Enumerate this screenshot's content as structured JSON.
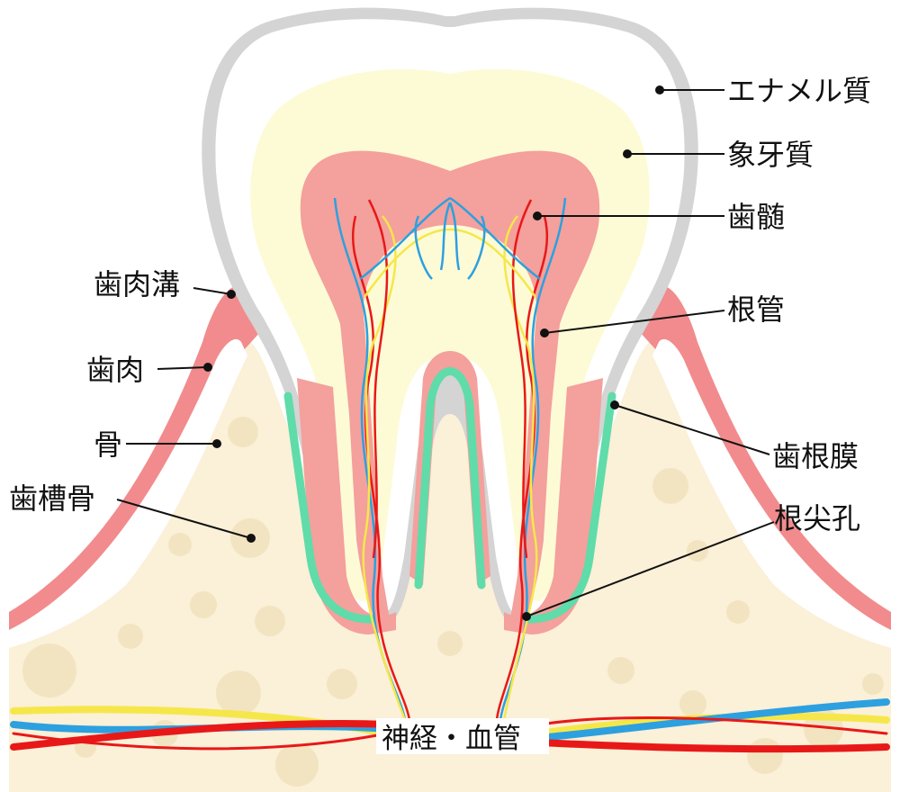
{
  "labels": {
    "enamel": "エナメル質",
    "dentin": "象牙質",
    "pulp": "歯髄",
    "root_canal": "根管",
    "periodontal_ligament": "歯根膜",
    "apical_foramen": "根尖孔",
    "gingival_sulcus": "歯肉溝",
    "gingiva": "歯肉",
    "bone": "骨",
    "alveolar_bone": "歯槽骨",
    "nerve_vessel": "神経・血管"
  },
  "colors": {
    "enamel_outline": "#d4d4d4",
    "enamel": "#ffffff",
    "dentin": "#fdfbd6",
    "pulp": "#f4a09c",
    "pulp_dark": "#ee8c8a",
    "gum": "#f28b8d",
    "gum_light": "#f6a7a7",
    "bone": "#fbf0d8",
    "bone_spot": "#f3e4c1",
    "ligament": "#5fdca9",
    "nerve": "#f5e74a",
    "vein": "#2da0e0",
    "artery": "#e81818"
  }
}
